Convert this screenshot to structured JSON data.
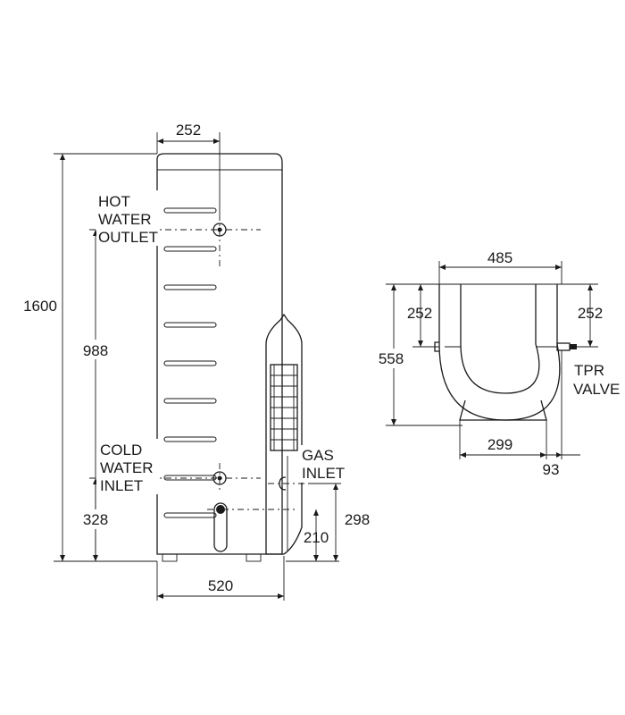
{
  "labels": {
    "hot_water_outlet": [
      "HOT",
      "WATER",
      "OUTLET"
    ],
    "cold_water_inlet": [
      "COLD",
      "WATER",
      "INLET"
    ],
    "gas_inlet": [
      "GAS",
      "INLET"
    ],
    "tpr_valve": [
      "TPR",
      "VALVE"
    ]
  },
  "dimensions": {
    "top_to_hot_outlet_offset": "252",
    "overall_height": "1600",
    "hot_outlet_height_span": "988",
    "cold_inlet_height": "328",
    "base_width": "520",
    "gas_inlet_height": "210",
    "gas_inlet_side_height": "298",
    "plan_width": "485",
    "plan_left_offset": "252",
    "plan_right_offset": "252",
    "plan_depth": "558",
    "plan_base_width": "299",
    "plan_tpr_offset": "93"
  },
  "colors": {
    "line": "#1a1a1a",
    "background": "#ffffff"
  }
}
